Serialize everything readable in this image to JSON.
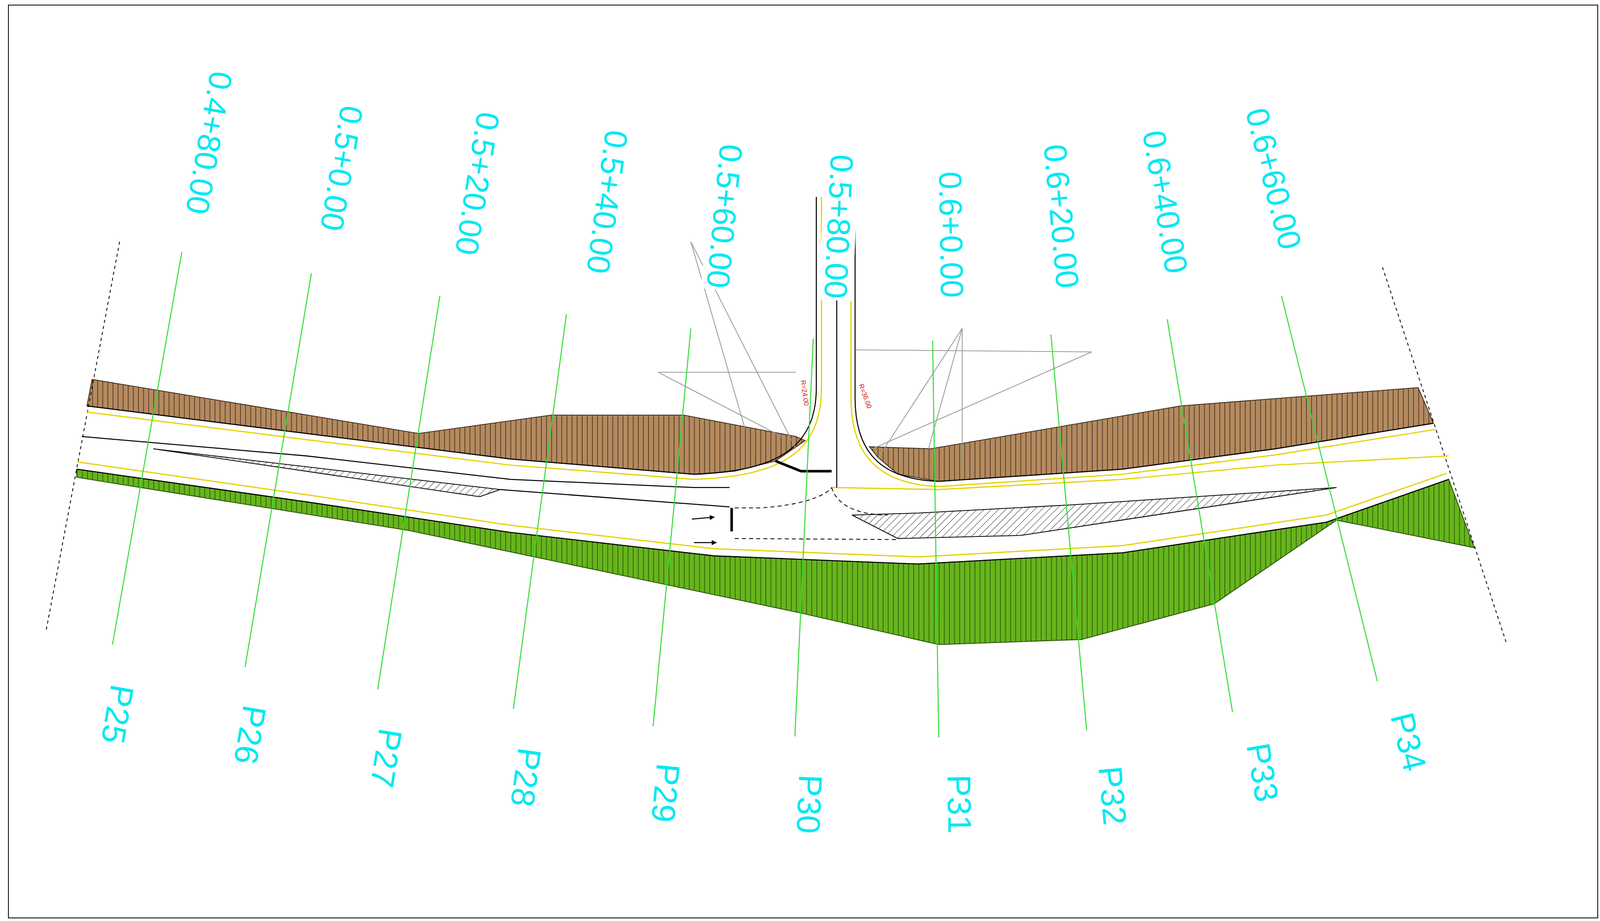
{
  "diagram": {
    "labels": [
      "0.4+80.00",
      "0.5+0.00",
      "0.5+20.00",
      "0.5+40.00",
      "0.5+60.00",
      "0.5+80.00",
      "0.6+0.00",
      "0.6+20.00",
      "0.6+40.00",
      "0.6+60.00",
      "P25",
      "P26",
      "P27",
      "P28",
      "P29",
      "P30",
      "P31",
      "P32",
      "P33",
      "P34",
      "R=24.00",
      "R=36.00"
    ]
  }
}
